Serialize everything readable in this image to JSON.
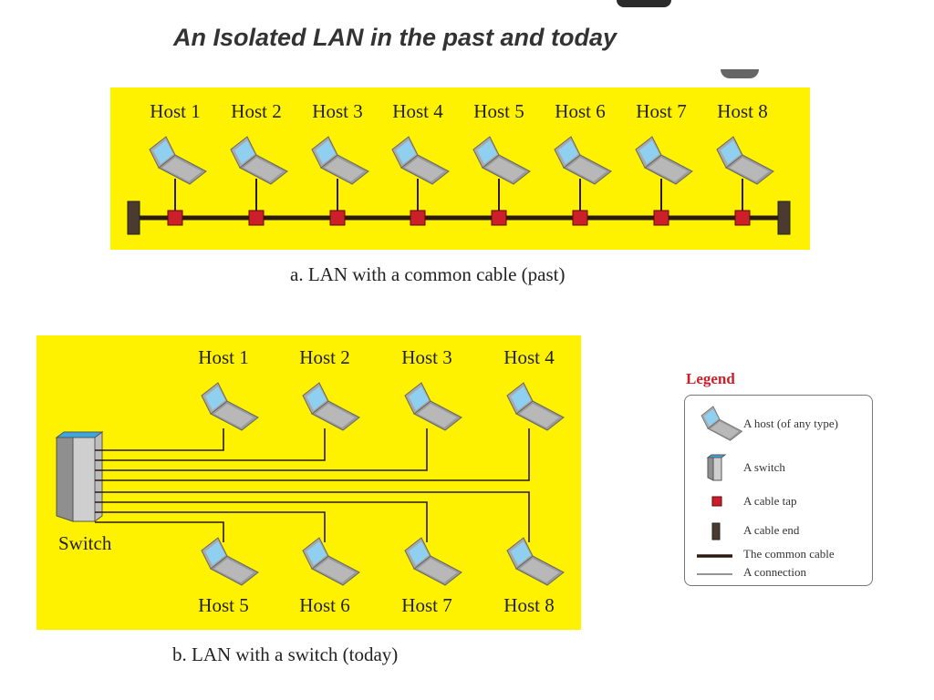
{
  "title": "An Isolated LAN in the past and today",
  "colors": {
    "panel": "#fff200",
    "tap": "#cc1f2a",
    "cable_end": "#4a3a30",
    "cable": "#2a1a10",
    "laptop_screen": "#8fd0f0",
    "switch_top": "#3aa7e0",
    "switch_body": "#cfcfcf",
    "legend_title": "#cc1f2a"
  },
  "panel_a": {
    "hosts": [
      "Host 1",
      "Host 2",
      "Host 3",
      "Host 4",
      "Host 5",
      "Host 6",
      "Host 7",
      "Host 8"
    ],
    "caption": "a. LAN with a common cable (past)"
  },
  "panel_b": {
    "top_hosts": [
      "Host 1",
      "Host 2",
      "Host 3",
      "Host 4"
    ],
    "bottom_hosts": [
      "Host 5",
      "Host 6",
      "Host 7",
      "Host 8"
    ],
    "switch_label": "Switch",
    "caption": "b. LAN with a switch (today)"
  },
  "legend": {
    "title": "Legend",
    "items": [
      {
        "icon": "laptop-icon",
        "label": "A host (of any type)"
      },
      {
        "icon": "switch-icon",
        "label": "A switch"
      },
      {
        "icon": "cable-tap-icon",
        "label": "A cable tap"
      },
      {
        "icon": "cable-end-icon",
        "label": "A cable end"
      },
      {
        "icon": "thick-line-icon",
        "label": "The common cable"
      },
      {
        "icon": "thin-line-icon",
        "label": "A connection"
      }
    ]
  }
}
